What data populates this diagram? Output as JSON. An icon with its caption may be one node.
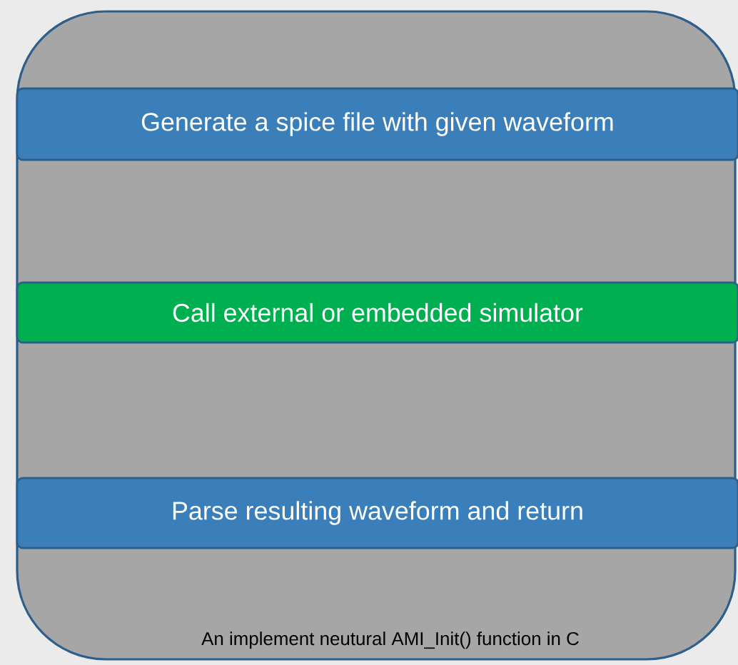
{
  "diagram": {
    "nodes": [
      {
        "text": [
          "An implement neutural AMI_Init() function in C"
        ]
      },
      {
        "text": [
          "Generate a spice file with given waveform"
        ],
        "in": 0
      },
      {
        "text": [
          "Call external or embedded simulator"
        ],
        "in": 0
      },
      {
        "text": [
          "Parse resulting waveform and return"
        ],
        "in": 0
      }
    ]
  }
}
